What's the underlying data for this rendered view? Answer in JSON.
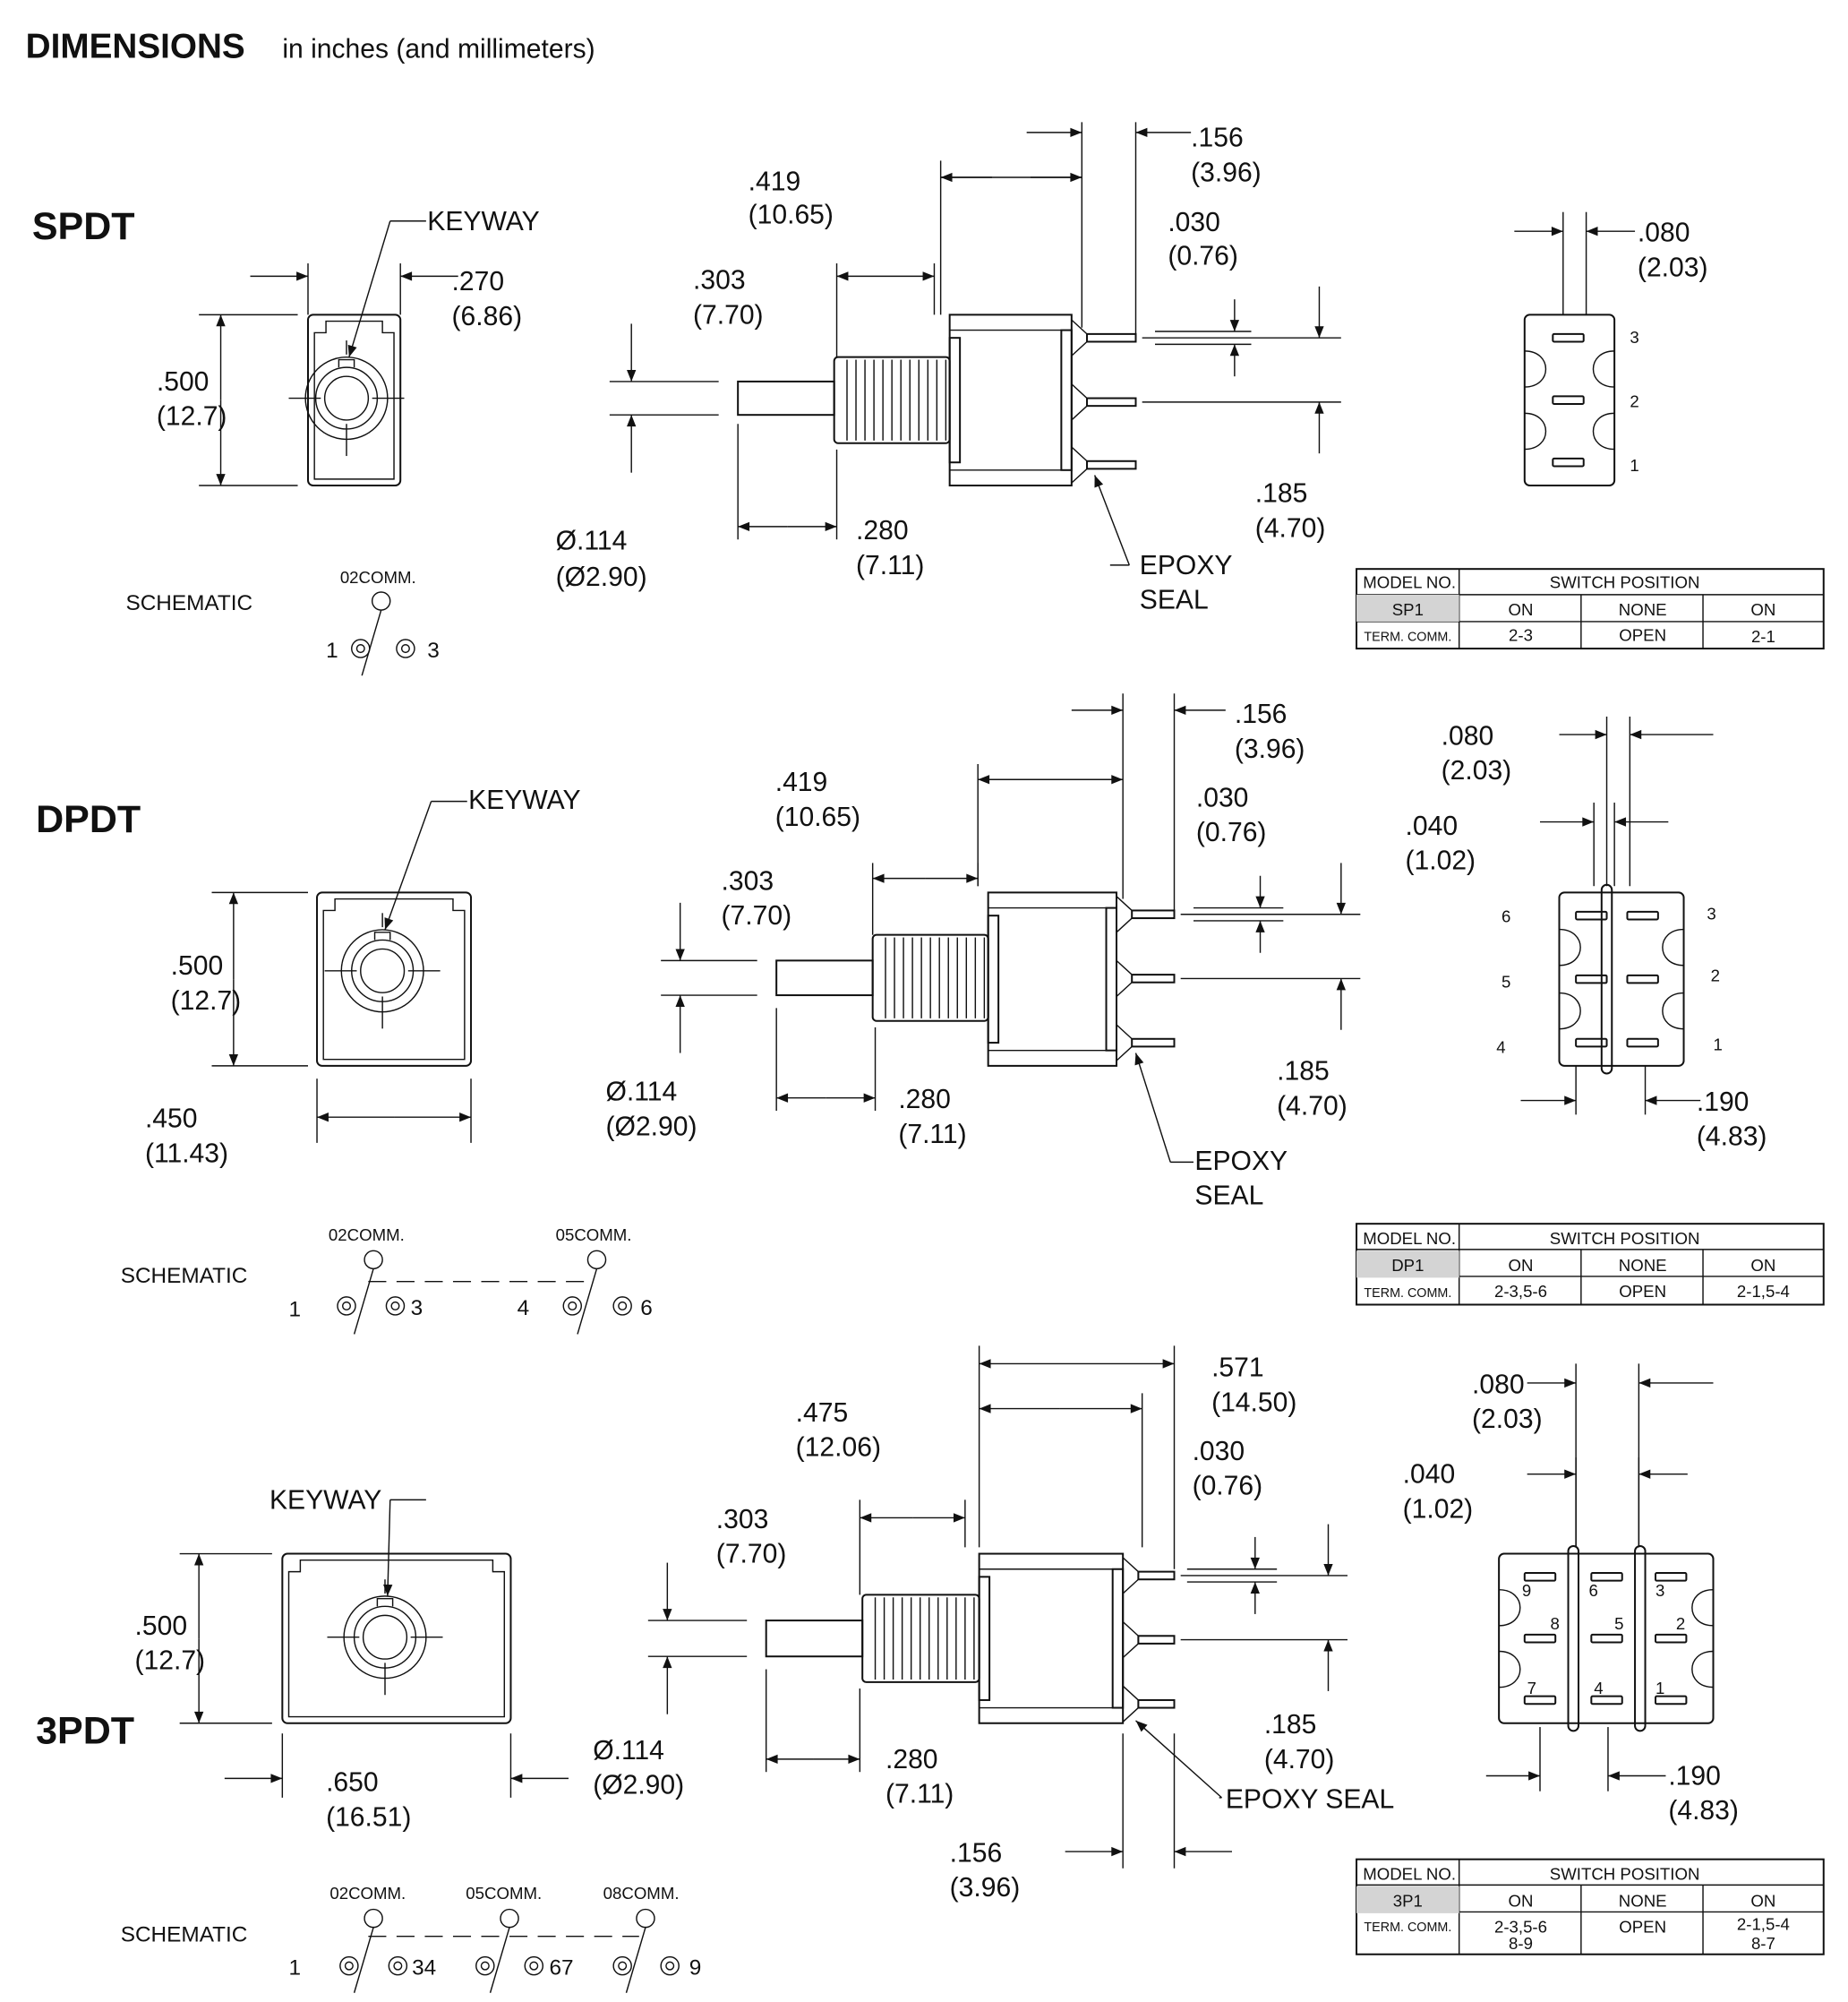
{
  "header": {
    "title": "DIMENSIONS",
    "subtitle": "in inches (and millimeters)"
  },
  "common": {
    "keyway": "KEYWAY",
    "schematic": "SCHEMATIC",
    "epoxy1": "EPOXY",
    "epoxy2": "SEAL",
    "epoxy_seal": "EPOXY SEAL",
    "d500": ".500",
    "d500mm": "(12.7)",
    "d419": ".419",
    "d419mm": "(10.65)",
    "d156": ".156",
    "d156mm": "(3.96)",
    "d030": ".030",
    "d030mm": "(0.76)",
    "d303": ".303",
    "d303mm": "(7.70)",
    "dia": "Ø.114",
    "diamm": "(Ø2.90)",
    "d280": ".280",
    "d280mm": "(7.11)",
    "d185": ".185",
    "d185mm": "(4.70)",
    "d080": ".080",
    "d080mm": "(2.03)",
    "d040": ".040",
    "d040mm": "(1.02)",
    "d190": ".190",
    "d190mm": "(4.83)"
  },
  "spdt": {
    "label": "SPDT",
    "d270": ".270",
    "d270mm": "(6.86)",
    "comm": [
      "02COMM."
    ],
    "pins": [
      "1",
      "3"
    ],
    "terminals": [
      "3",
      "2",
      "1"
    ],
    "table": {
      "h_model": "MODEL NO.",
      "h_pos": "SWITCH POSITION",
      "model": "SP1",
      "pos": [
        "ON",
        "NONE",
        "ON"
      ],
      "row_label": "TERM. COMM.",
      "term": [
        "2-3",
        "OPEN",
        "2-1"
      ]
    }
  },
  "dpdt": {
    "label": "DPDT",
    "d450": ".450",
    "d450mm": "(11.43)",
    "comm": [
      "02COMM.",
      "05COMM."
    ],
    "pins": [
      "1",
      "3",
      "4",
      "6"
    ],
    "terminals": [
      "6",
      "5",
      "4",
      "3",
      "2",
      "1"
    ],
    "table": {
      "h_model": "MODEL NO.",
      "h_pos": "SWITCH POSITION",
      "model": "DP1",
      "pos": [
        "ON",
        "NONE",
        "ON"
      ],
      "row_label": "TERM. COMM.",
      "term": [
        "2-3,5-6",
        "OPEN",
        "2-1,5-4"
      ]
    }
  },
  "tpdt": {
    "label": "3PDT",
    "d650": ".650",
    "d650mm": "(16.51)",
    "d571": ".571",
    "d571mm": "(14.50)",
    "d475": ".475",
    "d475mm": "(12.06)",
    "comm": [
      "02COMM.",
      "05COMM.",
      "08COMM."
    ],
    "pins": [
      "1",
      "34",
      "67",
      "9"
    ],
    "terminals": [
      "9",
      "6",
      "3",
      "8",
      "5",
      "2",
      "7",
      "4",
      "1"
    ],
    "table": {
      "h_model": "MODEL NO.",
      "h_pos": "SWITCH POSITION",
      "model": "3P1",
      "pos": [
        "ON",
        "NONE",
        "ON"
      ],
      "row_label": "TERM. COMM.",
      "term": [
        "2-3,5-6",
        "OPEN",
        "2-1,5-4"
      ],
      "term2": [
        "8-9",
        "8-7"
      ]
    }
  }
}
